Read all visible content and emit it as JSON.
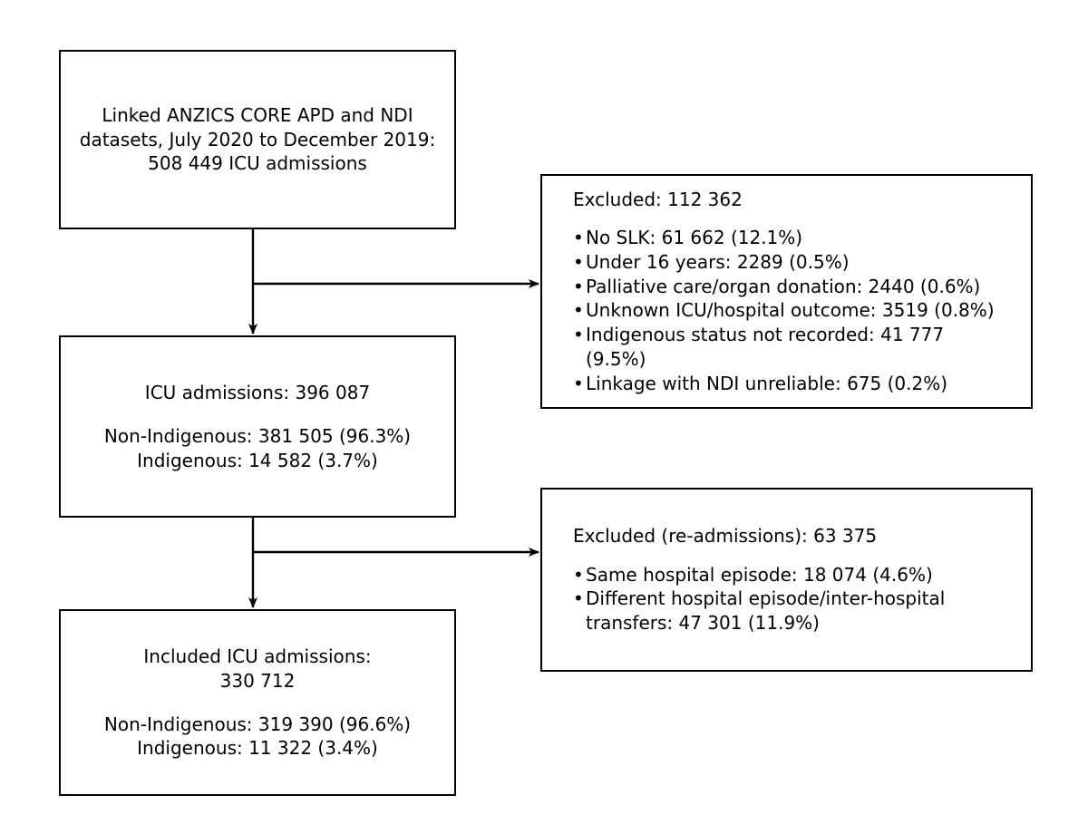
{
  "figure": {
    "type": "flowchart",
    "orientation": "vertical-with-right-exclusions",
    "background_color": "#ffffff",
    "line_color": "#000000",
    "text_color": "#000000"
  },
  "nodes": {
    "source": {
      "lines": [
        "Linked ANZICS CORE APD and NDI",
        "datasets, July 2020 to December 2019:",
        "508 449 ICU admissions"
      ]
    },
    "eligible": {
      "total_line": "ICU admissions: 396 087",
      "breakdown": [
        "Non-Indigenous: 381 505 (96.3%)",
        "Indigenous: 14 582 (3.7%)"
      ]
    },
    "included": {
      "total_lines": [
        "Included ICU admissions:",
        "330 712"
      ],
      "breakdown": [
        "Non-Indigenous: 319 390 (96.6%)",
        "Indigenous: 11 322 (3.4%)"
      ]
    },
    "excluded_screening": {
      "heading": "Excluded: 112 362",
      "items": [
        "No SLK: 61 662 (12.1%)",
        "Under 16 years: 2289 (0.5%)",
        "Palliative care/organ donation: 2440 (0.6%)",
        "Unknown ICU/hospital outcome: 3519 (0.8%)",
        "Indigenous status not recorded: 41 777 (9.5%)",
        "Linkage with NDI unreliable: 675 (0.2%)"
      ]
    },
    "excluded_readmissions": {
      "heading": "Excluded (re-admissions): 63 375",
      "items": [
        "Same hospital episode: 18 074 (4.6%)",
        "Different hospital episode/inter-hospital transfers: 47 301 (11.9%)"
      ]
    }
  },
  "connectors": [
    {
      "name": "source-to-eligible",
      "from": "source",
      "to": "eligible",
      "direction": "down",
      "arrowhead": true
    },
    {
      "name": "source-to-excluded-screening",
      "from": "source",
      "to": "excluded_screening",
      "direction": "right",
      "arrowhead": true
    },
    {
      "name": "eligible-to-included",
      "from": "eligible",
      "to": "included",
      "direction": "down",
      "arrowhead": true
    },
    {
      "name": "eligible-to-excluded-readmissions",
      "from": "eligible",
      "to": "excluded_readmissions",
      "direction": "right",
      "arrowhead": true
    }
  ]
}
